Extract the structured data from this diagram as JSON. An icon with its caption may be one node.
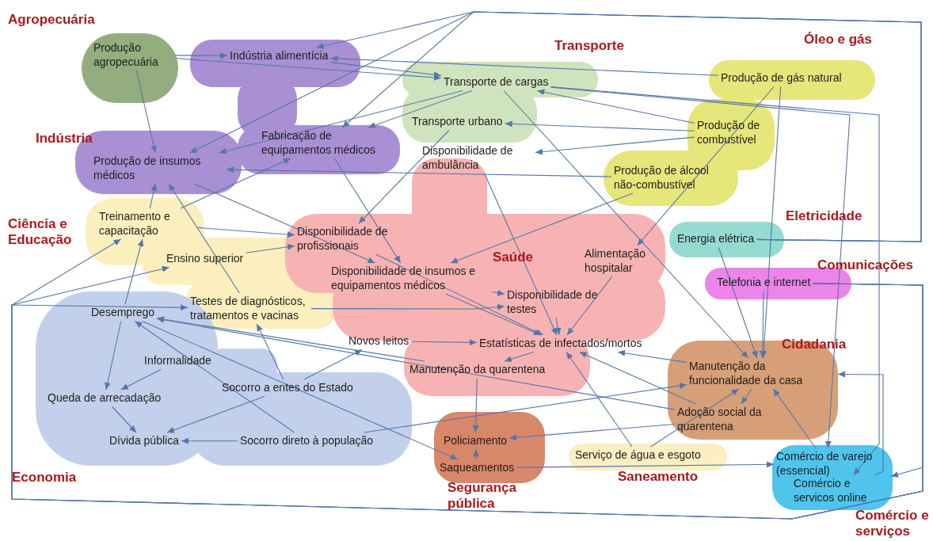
{
  "diagram": {
    "nodes": [
      {
        "text": [
          "Agropecuária"
        ]
      },
      {
        "text": [
          "Produção agropecuária"
        ],
        "in": 0
      },
      {
        "text": [
          "Indústria"
        ]
      },
      {
        "text": [
          "Indústria alimentícia"
        ],
        "in": 2
      },
      {
        "text": [
          "Fabricação de equipamentos médicos"
        ],
        "in": 2
      },
      {
        "text": [
          "Produção de insumos médicos"
        ],
        "in": 2
      },
      {
        "text": [
          "Transporte"
        ]
      },
      {
        "text": [
          "Transporte de cargas"
        ],
        "in": 6
      },
      {
        "text": [
          "Transporte urbano"
        ],
        "in": 6
      },
      {
        "text": [
          "Óleo e gás"
        ]
      },
      {
        "text": [
          "Produção de gás natural"
        ],
        "in": 9
      },
      {
        "text": [
          "Produção de combustível"
        ],
        "in": 9
      },
      {
        "text": [
          "Produção de álcool não-combustível"
        ],
        "in": 9
      },
      {
        "text": [
          "Ciência e Educação"
        ]
      },
      {
        "text": [
          "Treinamento e capacitação"
        ],
        "in": 13
      },
      {
        "text": [
          "Ensino superior"
        ],
        "in": 13
      },
      {
        "text": [
          "Testes de diagnósticos, tratamentos e vacinas"
        ]
      },
      {
        "text": [
          "Saúde"
        ]
      },
      {
        "text": [
          "Disponibilidade de ambulância"
        ]
      },
      {
        "text": [
          "Disponibilidade de profissionais"
        ],
        "in": 17
      },
      {
        "text": [
          "Alimentação hospitalar"
        ],
        "in": 17
      },
      {
        "text": [
          "Disponibilidade de insumos e equipamentos médicos"
        ],
        "in": 17
      },
      {
        "text": [
          "Disponibilidade de testes"
        ],
        "in": 17
      },
      {
        "text": [
          "Novos leitos"
        ]
      },
      {
        "text": [
          "Estatísticas de infectados/mortos"
        ],
        "in": 17
      },
      {
        "text": [
          "Manutenção da quarentena"
        ],
        "in": 17
      },
      {
        "text": [
          "Eletricidade"
        ]
      },
      {
        "text": [
          "Energia elétrica"
        ],
        "in": 26
      },
      {
        "text": [
          "Comunicações"
        ]
      },
      {
        "text": [
          "Telefonia e internet"
        ],
        "in": 28
      },
      {
        "text": [
          "Economia"
        ]
      },
      {
        "text": [
          "Desemprego"
        ]
      },
      {
        "text": [
          "Informalidade"
        ],
        "in": 30
      },
      {
        "text": [
          "Queda de arrecadação"
        ],
        "in": 30
      },
      {
        "text": [
          "Socorro a entes do Estado"
        ],
        "in": 30
      },
      {
        "text": [
          "Dívida pública"
        ],
        "in": 30
      },
      {
        "text": [
          "Socorro direto à população"
        ],
        "in": 30
      },
      {
        "text": [
          "Cidadania"
        ]
      },
      {
        "text": [
          "Manutenção da funcionalidade da casa"
        ],
        "in": 37
      },
      {
        "text": [
          "Adoção social da quarentena"
        ],
        "in": 37
      },
      {
        "text": [
          "Segurança pública"
        ]
      },
      {
        "text": [
          "Policiamento"
        ],
        "in": 40
      },
      {
        "text": [
          "Saqueamentos"
        ],
        "in": 40
      },
      {
        "text": [
          "Saneamento"
        ]
      },
      {
        "text": [
          "Serviço de água e esgoto"
        ],
        "in": 43
      },
      {
        "text": [
          "Comércio e serviços"
        ]
      },
      {
        "text": [
          "Comércio de varejo (essencial)"
        ],
        "in": 45
      },
      {
        "text": [
          "Comércio e servicos online"
        ],
        "in": 45
      }
    ],
    "edges": [
      {
        "from": 1,
        "to": 3,
        "arrow": "to"
      },
      {
        "from": 1,
        "to": 7,
        "arrow": "to"
      },
      {
        "from": 1,
        "to": 5,
        "arrow": "to"
      },
      {
        "from": 3,
        "to": 7,
        "arrow": "to"
      },
      {
        "from": 10,
        "to": 3,
        "arrow": "to"
      },
      {
        "from": 27,
        "to": 3,
        "arrow": "to"
      },
      {
        "from": 27,
        "to": 4,
        "arrow": "to"
      },
      {
        "from": 27,
        "to": 5,
        "arrow": "to"
      },
      {
        "from": 7,
        "to": 4,
        "arrow": "to"
      },
      {
        "from": 7,
        "to": 5,
        "arrow": "to"
      },
      {
        "from": 8,
        "to": 19,
        "arrow": "to"
      },
      {
        "from": 11,
        "to": 7,
        "arrow": "to"
      },
      {
        "from": 11,
        "to": 8,
        "arrow": "to"
      },
      {
        "from": 11,
        "to": 18,
        "arrow": "to"
      },
      {
        "from": 12,
        "to": 5,
        "arrow": "to"
      },
      {
        "from": 12,
        "to": 21,
        "arrow": "to"
      },
      {
        "from": 10,
        "to": 20,
        "arrow": "to"
      },
      {
        "from": 10,
        "to": 38,
        "arrow": "to"
      },
      {
        "from": 7,
        "to": 38,
        "arrow": "to"
      },
      {
        "from": 7,
        "to": 46,
        "arrow": "to"
      },
      {
        "from": 4,
        "to": 21,
        "arrow": "to"
      },
      {
        "from": 5,
        "to": 21,
        "arrow": "to"
      },
      {
        "from": 16,
        "to": 5,
        "arrow": "to"
      },
      {
        "from": 14,
        "to": 5,
        "arrow": "to"
      },
      {
        "from": 14,
        "to": 4,
        "arrow": "to"
      },
      {
        "from": 14,
        "to": 19,
        "arrow": "to"
      },
      {
        "from": 15,
        "to": 19,
        "arrow": "to"
      },
      {
        "from": 19,
        "to": 24,
        "arrow": "to"
      },
      {
        "from": 21,
        "to": 24,
        "arrow": "to"
      },
      {
        "from": 21,
        "to": 22,
        "arrow": "to"
      },
      {
        "from": 16,
        "to": 22,
        "arrow": "to"
      },
      {
        "from": 18,
        "to": 24,
        "arrow": "to"
      },
      {
        "from": 22,
        "to": 24,
        "arrow": "to"
      },
      {
        "from": 20,
        "to": 24,
        "arrow": "to"
      },
      {
        "from": 23,
        "to": 24,
        "arrow": "to"
      },
      {
        "from": 24,
        "to": 25,
        "arrow": "to"
      },
      {
        "from": 25,
        "to": 41,
        "arrow": "to"
      },
      {
        "from": 25,
        "to": 31,
        "arrow": "to"
      },
      {
        "from": 39,
        "to": 31,
        "arrow": "to"
      },
      {
        "from": 36,
        "to": 31,
        "arrow": "to"
      },
      {
        "from": 31,
        "to": 42,
        "arrow": "to"
      },
      {
        "from": 34,
        "to": 23,
        "arrow": "to"
      },
      {
        "from": 34,
        "to": 16,
        "arrow": "to"
      },
      {
        "from": 34,
        "to": 35,
        "arrow": "to"
      },
      {
        "from": 36,
        "to": 35,
        "arrow": "to"
      },
      {
        "from": 31,
        "to": 33,
        "arrow": "to"
      },
      {
        "from": 32,
        "to": 33,
        "arrow": "to"
      },
      {
        "from": 33,
        "to": 35,
        "arrow": "to"
      },
      {
        "from": 31,
        "to": 14,
        "arrow": "to"
      },
      {
        "from": 36,
        "to": 38,
        "arrow": "to"
      },
      {
        "from": 38,
        "to": 24,
        "arrow": "to"
      },
      {
        "from": 38,
        "to": 39,
        "arrow": "to"
      },
      {
        "from": 39,
        "to": 24,
        "arrow": "to"
      },
      {
        "from": 39,
        "to": 41,
        "arrow": "to"
      },
      {
        "from": 44,
        "to": 24,
        "arrow": "to"
      },
      {
        "from": 44,
        "to": 38,
        "arrow": "to"
      },
      {
        "from": 42,
        "to": 41,
        "arrow": "to"
      },
      {
        "from": 42,
        "to": 46,
        "arrow": "to"
      },
      {
        "from": 29,
        "to": 38,
        "arrow": "to"
      },
      {
        "from": 27,
        "to": 38,
        "arrow": "to"
      },
      {
        "from": 46,
        "to": 38,
        "arrow": "to"
      },
      {
        "from": 47,
        "to": 38,
        "arrow": "to"
      },
      {
        "from": 29,
        "to": 14,
        "arrow": "to"
      },
      {
        "from": 29,
        "to": 15,
        "arrow": "to"
      },
      {
        "from": 29,
        "to": 16,
        "arrow": "to"
      },
      {
        "from": 29,
        "to": 47,
        "arrow": "to"
      },
      {
        "from": 7,
        "to": 47,
        "arrow": "to"
      }
    ]
  }
}
